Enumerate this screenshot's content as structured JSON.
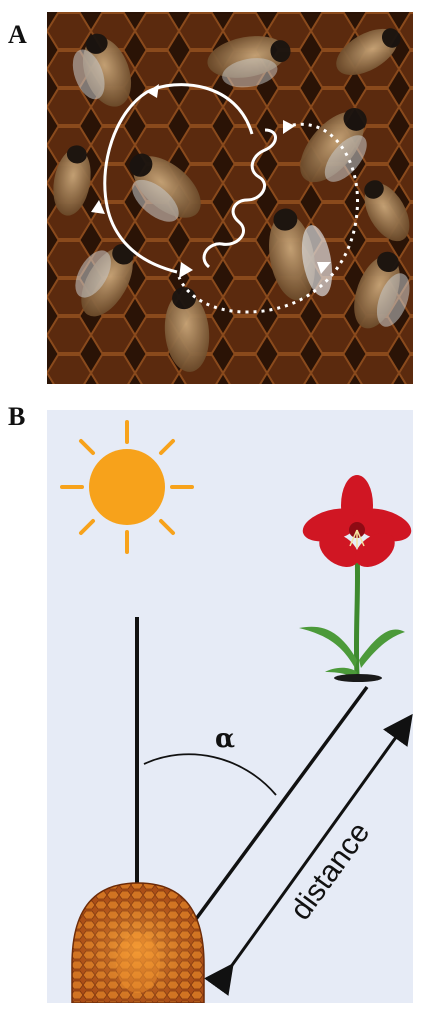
{
  "panels": {
    "a": {
      "label": "A"
    },
    "b": {
      "label": "B"
    }
  },
  "diagram": {
    "angle_label": "α",
    "distance_label": "distance"
  },
  "colors": {
    "comb_dark": "#3a1d0c",
    "comb_cell": "#5a2c10",
    "sun": "#f7a21b",
    "flower": "#d01623",
    "stem": "#3e8a2e",
    "background_b": "#e6ebf6",
    "hive": "#e8781c"
  }
}
